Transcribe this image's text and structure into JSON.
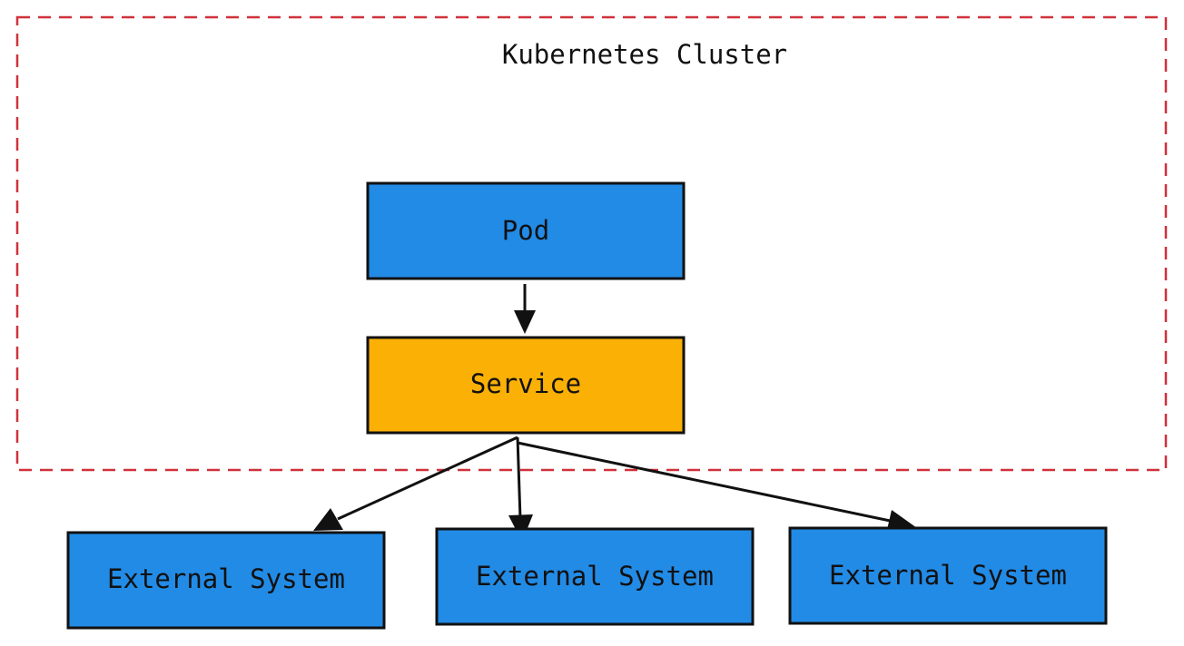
{
  "cluster": {
    "label": "Kubernetes Cluster",
    "border_color": "#d0313a"
  },
  "nodes": {
    "pod": {
      "label": "Pod",
      "fill": "#228be6"
    },
    "service": {
      "label": "Service",
      "fill": "#fab005"
    },
    "external_1": {
      "label": "External System",
      "fill": "#228be6"
    },
    "external_2": {
      "label": "External System",
      "fill": "#228be6"
    },
    "external_3": {
      "label": "External System",
      "fill": "#228be6"
    }
  },
  "edges": [
    {
      "from": "pod",
      "to": "service"
    },
    {
      "from": "service",
      "to": "external_1"
    },
    {
      "from": "service",
      "to": "external_2"
    },
    {
      "from": "service",
      "to": "external_3"
    }
  ]
}
